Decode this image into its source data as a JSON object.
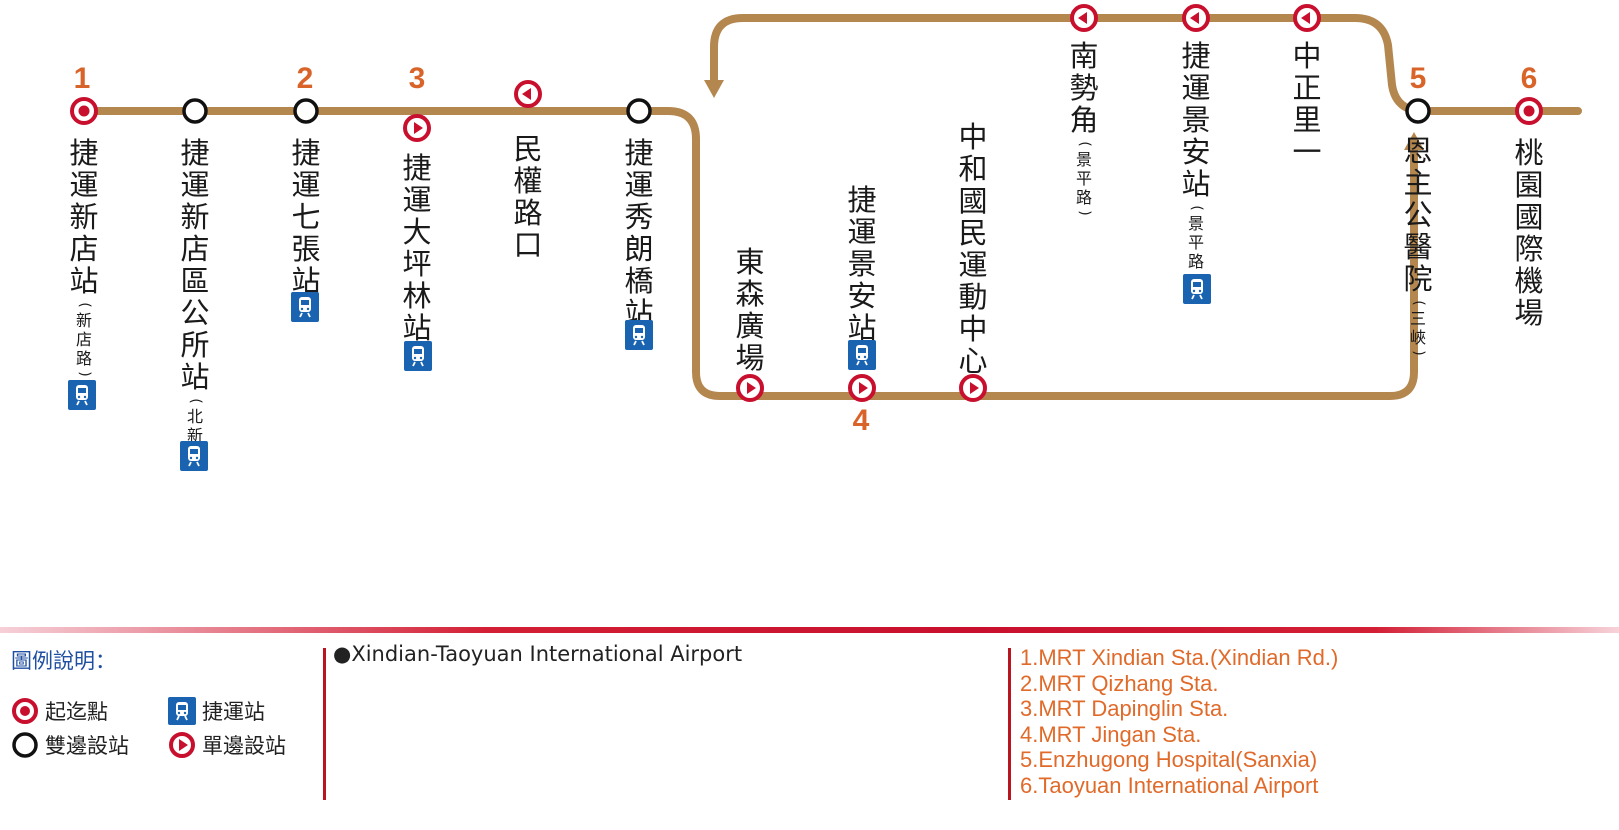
{
  "colors": {
    "route_line": "#b4874f",
    "terminal_red": "#c8102e",
    "mrt_blue": "#1a63b0",
    "number_orange": "#d9642a",
    "divider_red": "#c8102e",
    "legend_title_blue": "#1f4fa0"
  },
  "stop_numbers": [
    {
      "id": "n1",
      "text": "1"
    },
    {
      "id": "n2",
      "text": "2"
    },
    {
      "id": "n3",
      "text": "3"
    },
    {
      "id": "n4",
      "text": "4"
    },
    {
      "id": "n5",
      "text": "5"
    },
    {
      "id": "n6",
      "text": "6"
    }
  ],
  "stations": [
    {
      "id": "s1",
      "name": "捷運新店站",
      "sub": "新店路",
      "type": "terminal",
      "mrt": true
    },
    {
      "id": "s2",
      "name": "捷運新店區公所站",
      "sub": "北新",
      "type": "both-sides",
      "mrt": true
    },
    {
      "id": "s3",
      "name": "捷運七張站",
      "sub": "",
      "type": "both-sides",
      "mrt": true
    },
    {
      "id": "s4",
      "name": "捷運大坪林站",
      "sub": "",
      "type": "one-side-forward",
      "mrt": true
    },
    {
      "id": "s5",
      "name": "民權路口",
      "sub": "",
      "type": "one-side-return",
      "mrt": false
    },
    {
      "id": "s6",
      "name": "捷運秀朗橋站",
      "sub": "",
      "type": "both-sides",
      "mrt": true
    },
    {
      "id": "s7",
      "name": "東森廣場",
      "sub": "",
      "type": "one-side-forward",
      "mrt": false
    },
    {
      "id": "s8",
      "name": "捷運景安站",
      "sub": "",
      "type": "one-side-forward",
      "mrt": true
    },
    {
      "id": "s9",
      "name": "中和國民運動中心",
      "sub": "",
      "type": "one-side-forward",
      "mrt": false
    },
    {
      "id": "s10",
      "name": "南勢角",
      "sub": "景平路",
      "type": "one-side-return",
      "mrt": false
    },
    {
      "id": "s11",
      "name": "捷運景安站",
      "sub": "景平路",
      "type": "one-side-return",
      "mrt": true
    },
    {
      "id": "s12",
      "name": "中正里一",
      "sub": "",
      "type": "one-side-return",
      "mrt": false
    },
    {
      "id": "s13",
      "name": "恩主公醫院",
      "sub": "三峽",
      "type": "both-sides",
      "mrt": false
    },
    {
      "id": "s14",
      "name": "桃園國際機場",
      "sub": "",
      "type": "terminal",
      "mrt": false
    }
  ],
  "legend": {
    "title": "圖例說明：",
    "terminal": "起迄點",
    "both_sides": "雙邊設站",
    "mrt": "捷運站",
    "one_side": "單邊設站"
  },
  "route_name": "●Xindian-Taoyuan International Airport",
  "english_stops": [
    "1.MRT Xindian Sta.(Xindian Rd.)",
    "2.MRT Qizhang Sta.",
    "3.MRT Dapinglin Sta.",
    "4.MRT Jingan Sta.",
    "5.Enzhugong Hospital(Sanxia)",
    "6.Taoyuan International Airport"
  ]
}
